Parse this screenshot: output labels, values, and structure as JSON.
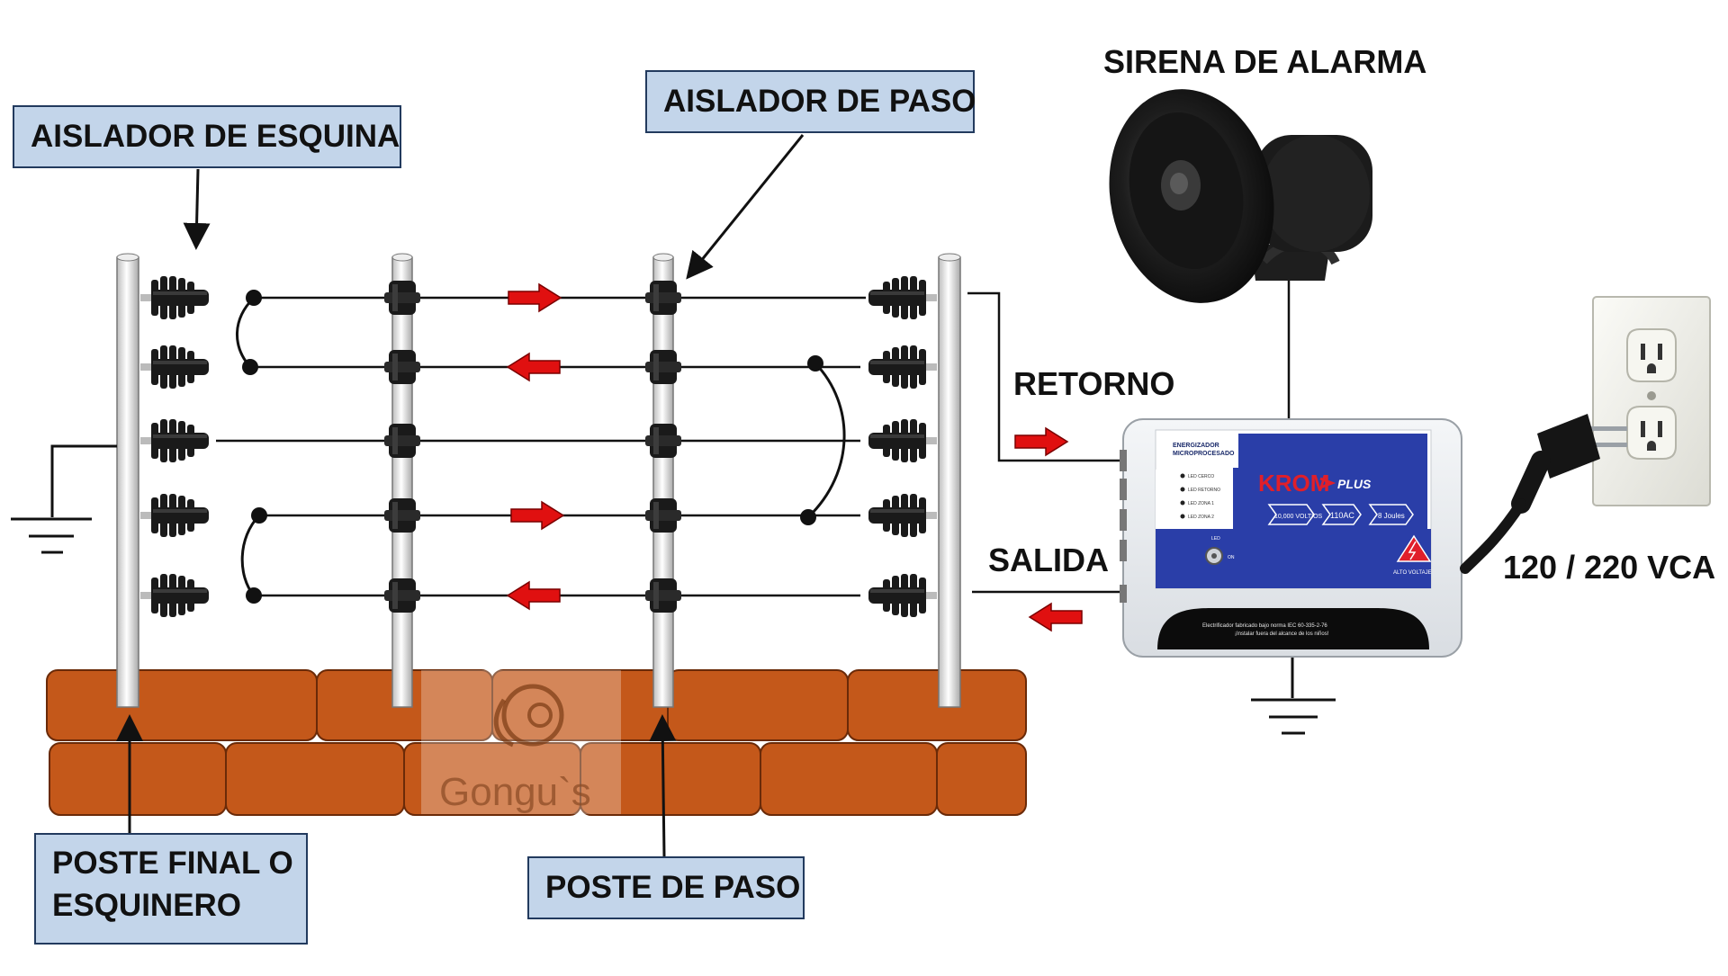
{
  "labels": {
    "aislador_esquina": "AISLADOR DE ESQUINA",
    "aislador_paso": "AISLADOR DE PASO",
    "sirena": "SIRENA DE ALARMA",
    "retorno": "RETORNO",
    "salida": "SALIDA",
    "voltaje": "120 / 220 VCA",
    "poste_final_line1": "POSTE FINAL O",
    "poste_final_line2": "ESQUINERO",
    "poste_paso": "POSTE DE PASO"
  },
  "energizer": {
    "title_line1": "ENERGIZADOR",
    "title_line2": "MICROPROCESADO",
    "brand": "KROM",
    "brand_suffix": "PLUS",
    "leds": [
      "LED CERCO",
      "LED RETORNO",
      "LED ZONA 1",
      "LED ZONA 2"
    ],
    "specs": [
      "10,000 VOLTIOS",
      "110AC",
      "8 Joules"
    ],
    "warning": "ALTO VOLTAJE",
    "switch_on": "ON",
    "switch_led": "LED",
    "footer_line1": "Electrificador fabricado bajo norma IEC 60-335-2-76",
    "footer_line2": "¡Instalar fuera del alcance de los niños!"
  },
  "watermark": "Gongu`s",
  "colors": {
    "callout_fill": "#c3d5ea",
    "callout_border": "#223a5e",
    "brick": "#c4581a",
    "arrow": "#e01010",
    "energizer_blue": "#2a3ea8",
    "insulator": "#1a1a1a"
  }
}
